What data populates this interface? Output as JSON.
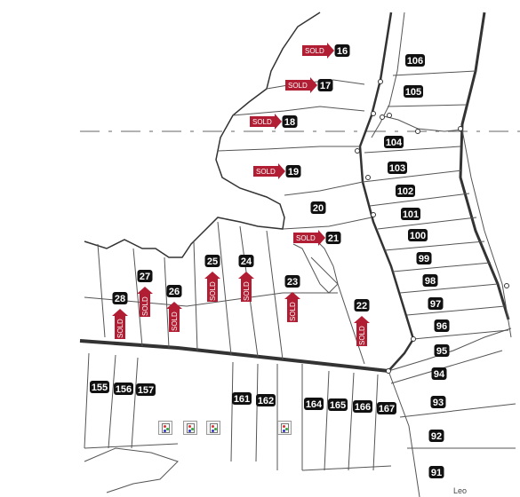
{
  "colors": {
    "sold_banner": "#b11e33",
    "lot_badge": "#111111",
    "lot_text": "#ffffff",
    "line": "#555555",
    "road": "#444444"
  },
  "sold_label": "SOLD",
  "lots": [
    {
      "id": "16",
      "label": "16",
      "sold": true,
      "sold_dir": "right"
    },
    {
      "id": "106",
      "label": "106",
      "sold": false
    },
    {
      "id": "17",
      "label": "17",
      "sold": true,
      "sold_dir": "right"
    },
    {
      "id": "105",
      "label": "105",
      "sold": false
    },
    {
      "id": "18",
      "label": "18",
      "sold": true,
      "sold_dir": "right"
    },
    {
      "id": "104",
      "label": "104",
      "sold": false
    },
    {
      "id": "103",
      "label": "103",
      "sold": false
    },
    {
      "id": "19",
      "label": "19",
      "sold": true,
      "sold_dir": "right"
    },
    {
      "id": "102",
      "label": "102",
      "sold": false
    },
    {
      "id": "20",
      "label": "20",
      "sold": false
    },
    {
      "id": "101",
      "label": "101",
      "sold": false
    },
    {
      "id": "100",
      "label": "100",
      "sold": false
    },
    {
      "id": "21",
      "label": "21",
      "sold": true,
      "sold_dir": "right"
    },
    {
      "id": "99",
      "label": "99",
      "sold": false
    },
    {
      "id": "25",
      "label": "25",
      "sold": true,
      "sold_dir": "up"
    },
    {
      "id": "24",
      "label": "24",
      "sold": true,
      "sold_dir": "up"
    },
    {
      "id": "27",
      "label": "27",
      "sold": true,
      "sold_dir": "up"
    },
    {
      "id": "98",
      "label": "98",
      "sold": false
    },
    {
      "id": "23",
      "label": "23",
      "sold": true,
      "sold_dir": "up"
    },
    {
      "id": "26",
      "label": "26",
      "sold": true,
      "sold_dir": "up"
    },
    {
      "id": "28",
      "label": "28",
      "sold": true,
      "sold_dir": "up"
    },
    {
      "id": "97",
      "label": "97",
      "sold": false
    },
    {
      "id": "22",
      "label": "22",
      "sold": true,
      "sold_dir": "up"
    },
    {
      "id": "96",
      "label": "96",
      "sold": false
    },
    {
      "id": "95",
      "label": "95",
      "sold": false
    },
    {
      "id": "94",
      "label": "94",
      "sold": false
    },
    {
      "id": "155",
      "label": "155",
      "sold": false
    },
    {
      "id": "156",
      "label": "156",
      "sold": false
    },
    {
      "id": "157",
      "label": "157",
      "sold": false
    },
    {
      "id": "161",
      "label": "161",
      "sold": false
    },
    {
      "id": "162",
      "label": "162",
      "sold": false
    },
    {
      "id": "164",
      "label": "164",
      "sold": false
    },
    {
      "id": "165",
      "label": "165",
      "sold": false
    },
    {
      "id": "166",
      "label": "166",
      "sold": false
    },
    {
      "id": "167",
      "label": "167",
      "sold": false
    },
    {
      "id": "93",
      "label": "93",
      "sold": false
    },
    {
      "id": "92",
      "label": "92",
      "sold": false
    },
    {
      "id": "91",
      "label": "91",
      "sold": false
    }
  ],
  "broken_image_icons": [
    {
      "name": "broken-image-icon"
    },
    {
      "name": "broken-image-icon"
    },
    {
      "name": "broken-image-icon"
    },
    {
      "name": "broken-image-icon"
    }
  ],
  "street_fragment": "Leo"
}
